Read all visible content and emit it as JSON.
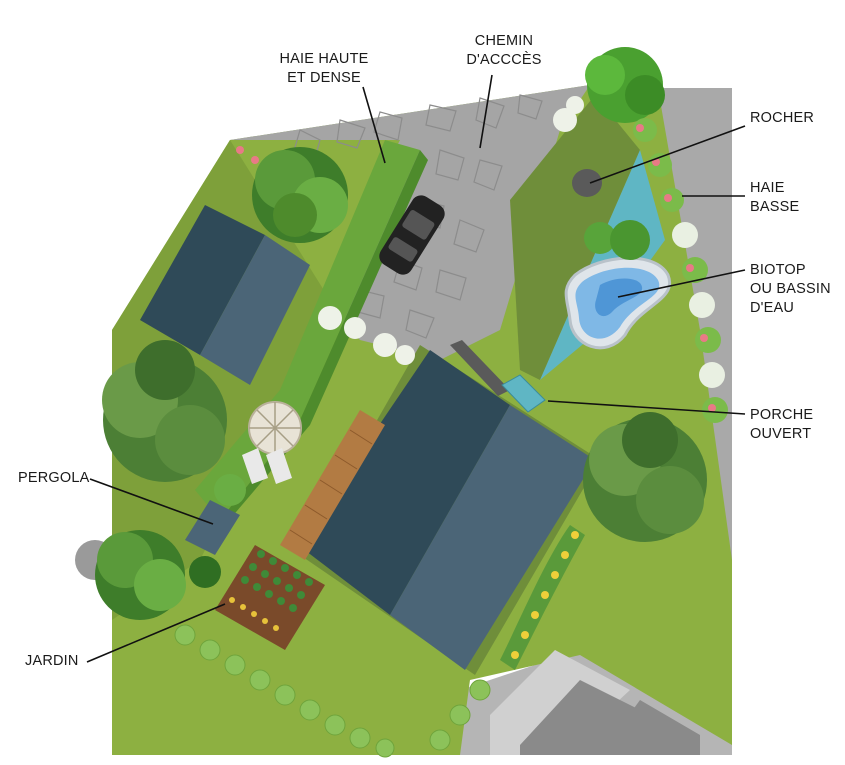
{
  "labels": {
    "haie_haute": [
      "HAIE HAUTE",
      "ET DENSE"
    ],
    "chemin": [
      "CHEMIN",
      "D'ACCCÈS"
    ],
    "rocher": [
      "ROCHER"
    ],
    "haie_basse": [
      "HAIE",
      "BASSE"
    ],
    "biotop": [
      "BIOTOP",
      "OU BASSIN",
      "D'EAU"
    ],
    "porche": [
      "PORCHE",
      "OUVERT"
    ],
    "pergola": [
      "PERGOLA"
    ],
    "jardin": [
      "JARDIN"
    ]
  },
  "colors": {
    "lawn": "#8db041",
    "lawn_dark": "#6f8e3a",
    "roof_dark": "#2f4a58",
    "roof_light": "#4b6577",
    "gravel": "#a5a5a5",
    "water": "#5fb6c4",
    "tree": "#5a9a3a",
    "leader": "#111111"
  }
}
